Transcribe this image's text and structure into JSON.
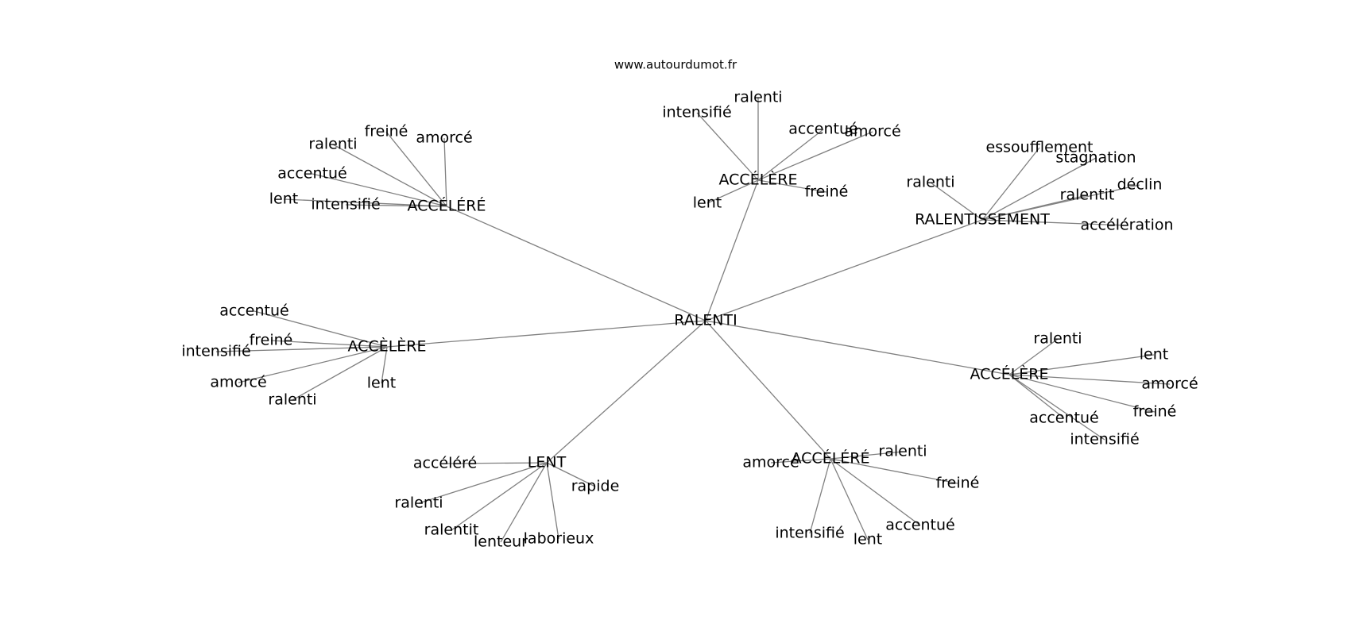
{
  "source": "www.autourdumot.fr",
  "diagram": {
    "root": "RALENTI",
    "clusters": [
      {
        "label": "ACCÉLÉRÉ",
        "leaves": [
          "ralenti",
          "freiné",
          "amorcé",
          "accentué",
          "lent",
          "intensifié"
        ]
      },
      {
        "label": "ACCÉLÈRE",
        "leaves": [
          "ralenti",
          "intensifié",
          "accentué",
          "amorcé",
          "freiné",
          "lent"
        ]
      },
      {
        "label": "RALENTISSEMENT",
        "leaves": [
          "essoufflement",
          "stagnation",
          "ralenti",
          "déclin",
          "ralentit",
          "accélération"
        ]
      },
      {
        "label": "ACCÈLÈRE",
        "leaves": [
          "accentué",
          "freiné",
          "intensifié",
          "amorcé",
          "ralenti",
          "lent"
        ]
      },
      {
        "label": "ACCÉLÈRE",
        "leaves": [
          "ralenti",
          "lent",
          "amorcé",
          "freiné",
          "accentué",
          "intensifié"
        ]
      },
      {
        "label": "LENT",
        "leaves": [
          "accéléré",
          "rapide",
          "ralenti",
          "ralentit",
          "lenteur",
          "laborieux"
        ]
      },
      {
        "label": "ACCÉLÉRÉ",
        "leaves": [
          "amorcé",
          "ralenti",
          "freiné",
          "accentué",
          "lent",
          "intensifié"
        ]
      }
    ]
  }
}
